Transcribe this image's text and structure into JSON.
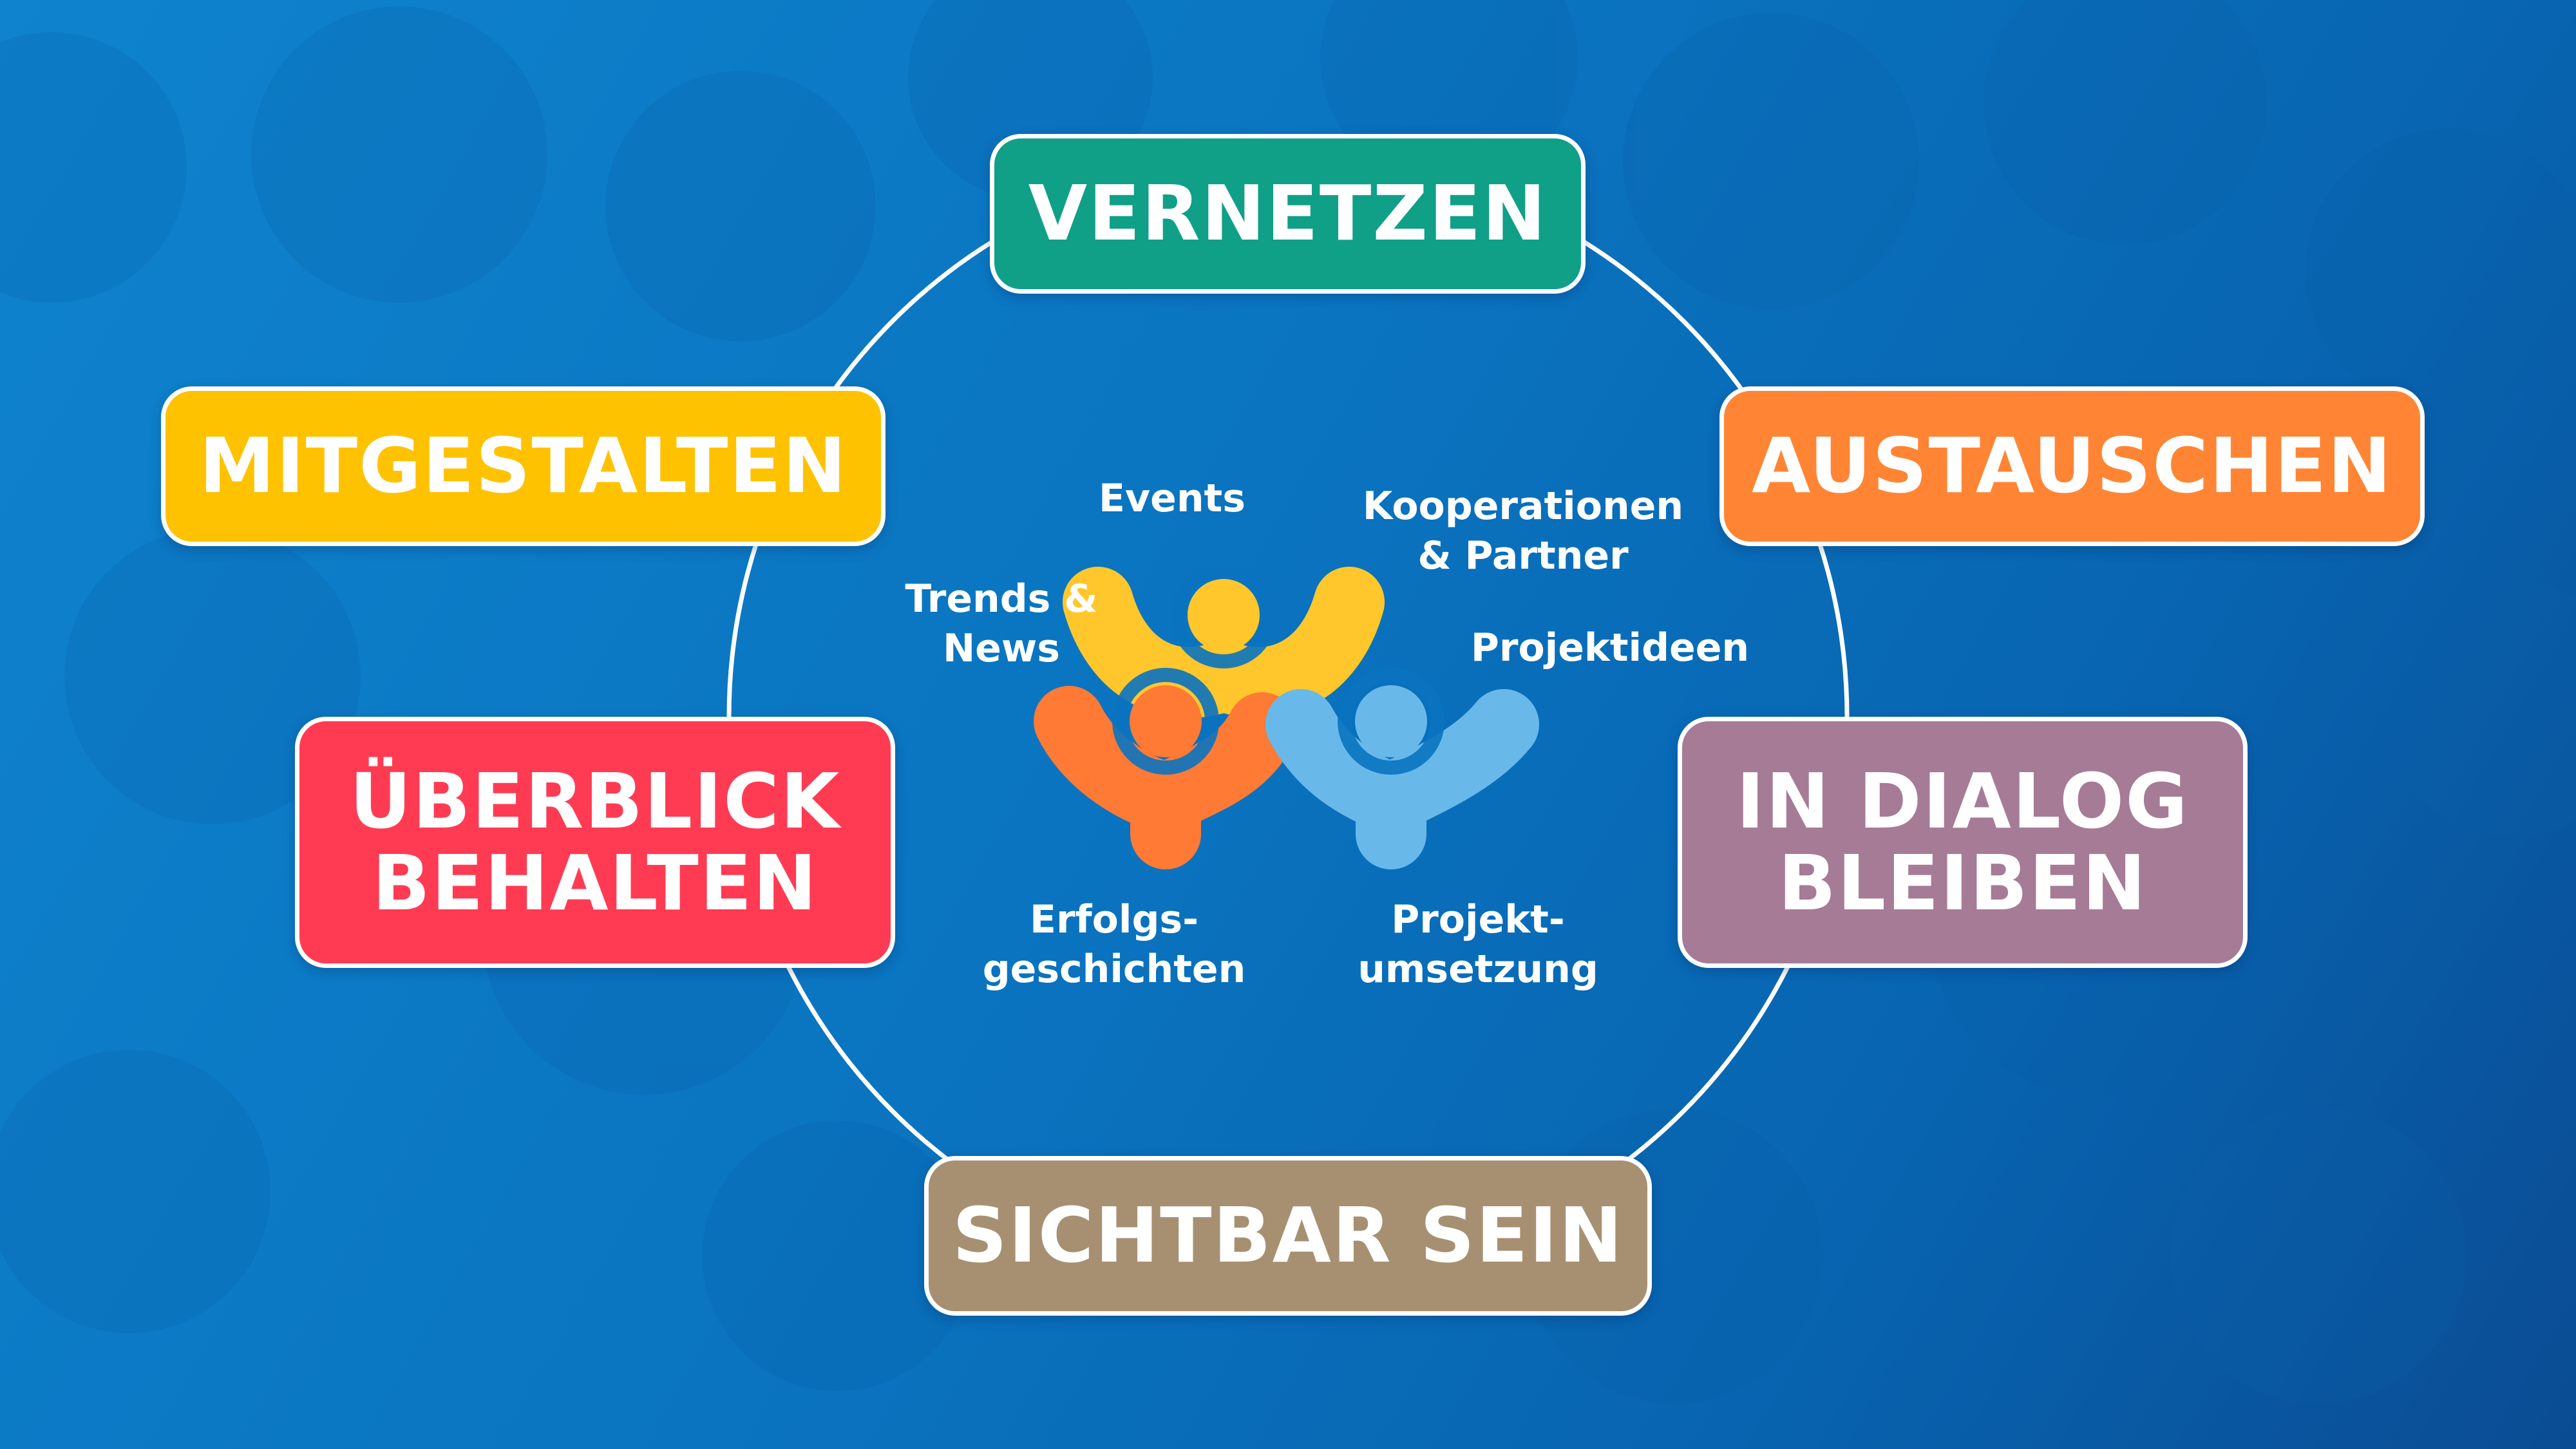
{
  "diagram": {
    "outer_labels": [
      {
        "id": "vernetzen",
        "label": "VERNETZEN",
        "color": "#10a088"
      },
      {
        "id": "austauschen",
        "label": "AUSTAUSCHEN",
        "color": "#ff8535"
      },
      {
        "id": "in_dialog",
        "label": "IN DIALOG\nBLEIBEN",
        "color": "#a67b96"
      },
      {
        "id": "sichtbar",
        "label": "SICHTBAR SEIN",
        "color": "#a79072"
      },
      {
        "id": "ueberblick",
        "label": "ÜBERBLICK\nBEHALTEN",
        "color": "#ff3b53"
      },
      {
        "id": "mitgestalten",
        "label": "MITGESTALTEN",
        "color": "#ffc200"
      }
    ],
    "center_topics": [
      {
        "id": "events",
        "label": "Events"
      },
      {
        "id": "kooperationen",
        "label": "Kooperationen\n& Partner"
      },
      {
        "id": "trends",
        "label": "Trends &\nNews"
      },
      {
        "id": "projektideen",
        "label": "Projektideen"
      },
      {
        "id": "erfolg",
        "label": "Erfolgs-\ngeschichten"
      },
      {
        "id": "projekt",
        "label": "Projekt-\numsetzung"
      }
    ],
    "logo_colors": {
      "yellow": "#ffc72c",
      "orange": "#ff7a35",
      "light_blue": "#68b9ea"
    },
    "ring_color": "#ffffff",
    "background_colors": [
      "#0f83ce",
      "#0a4c94"
    ]
  }
}
